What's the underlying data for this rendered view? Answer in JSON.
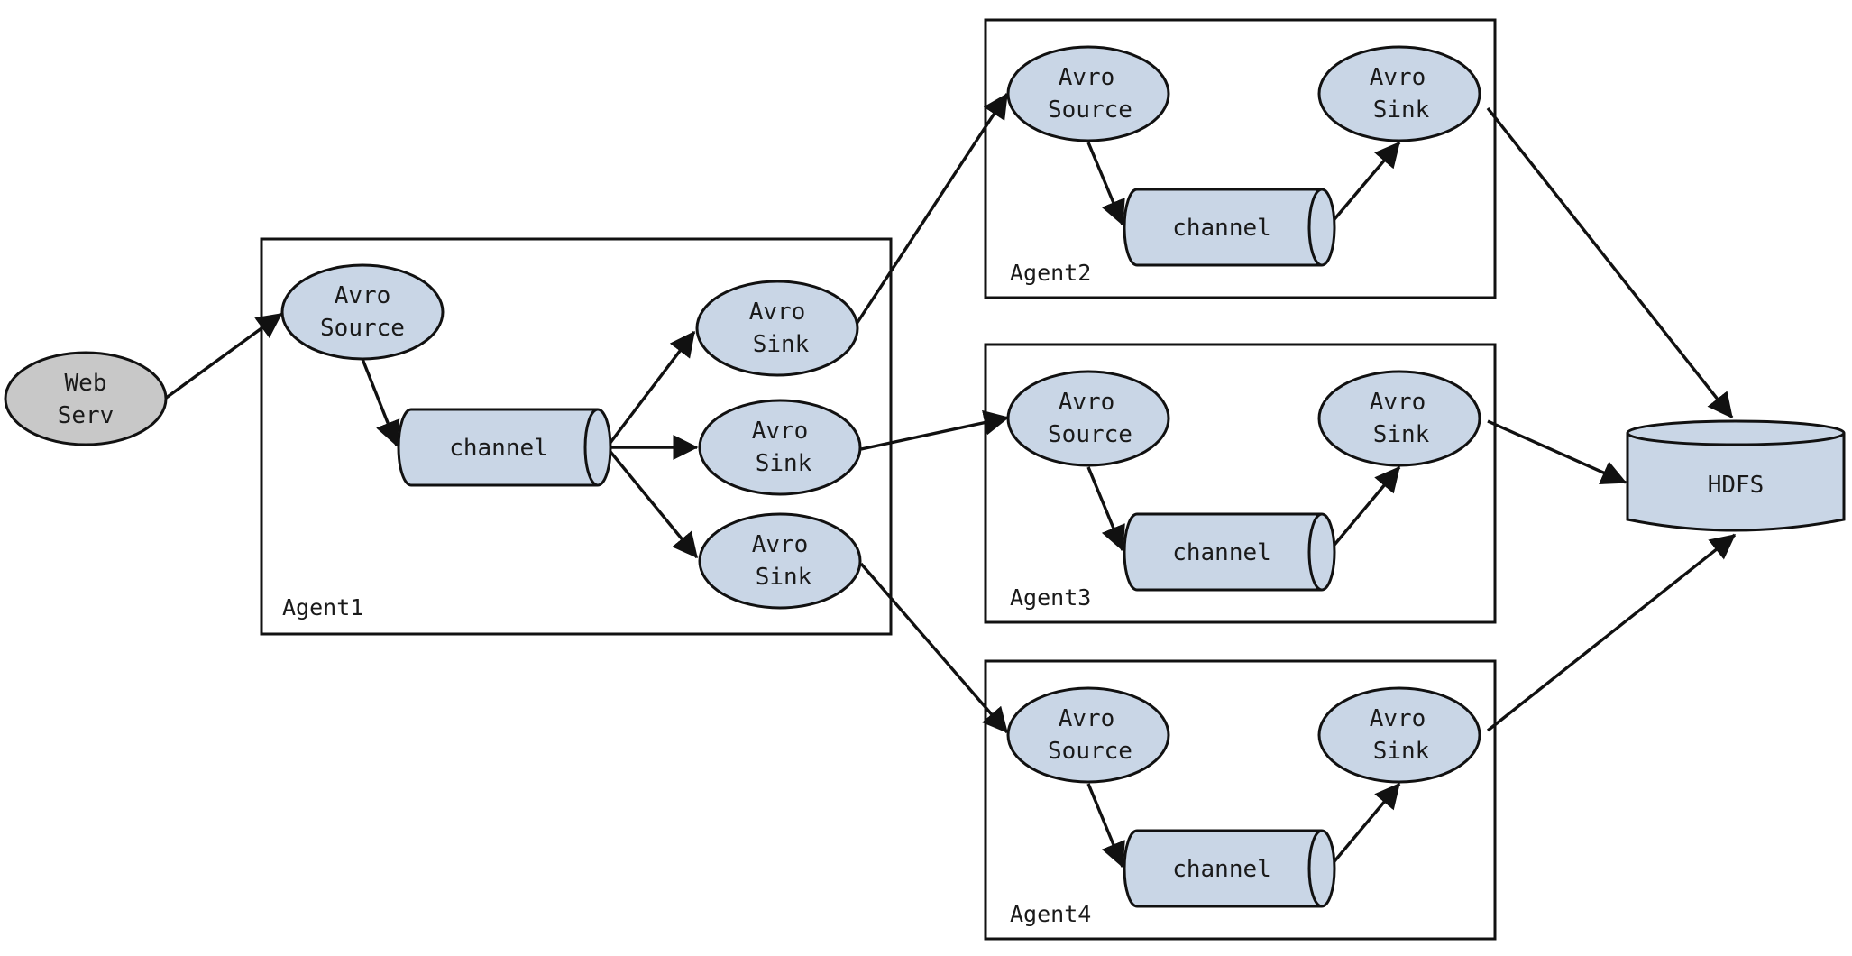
{
  "colors": {
    "node_fill": "#c9d6e6",
    "web_server_fill": "#c8c8c8",
    "stroke": "#111111",
    "background": "#ffffff"
  },
  "web_server": {
    "line1": "Web",
    "line2": "Serv"
  },
  "hdfs": {
    "label": "HDFS"
  },
  "agents": [
    {
      "label": "Agent1",
      "source": {
        "line1": "Avro",
        "line2": "Source"
      },
      "channel": {
        "label": "channel"
      },
      "sinks": [
        {
          "line1": "Avro",
          "line2": "Sink"
        },
        {
          "line1": "Avro",
          "line2": "Sink"
        },
        {
          "line1": "Avro",
          "line2": "Sink"
        }
      ]
    },
    {
      "label": "Agent2",
      "source": {
        "line1": "Avro",
        "line2": "Source"
      },
      "channel": {
        "label": "channel"
      },
      "sink": {
        "line1": "Avro",
        "line2": "Sink"
      }
    },
    {
      "label": "Agent3",
      "source": {
        "line1": "Avro",
        "line2": "Source"
      },
      "channel": {
        "label": "channel"
      },
      "sink": {
        "line1": "Avro",
        "line2": "Sink"
      }
    },
    {
      "label": "Agent4",
      "source": {
        "line1": "Avro",
        "line2": "Source"
      },
      "channel": {
        "label": "channel"
      },
      "sink": {
        "line1": "Avro",
        "line2": "Sink"
      }
    }
  ]
}
